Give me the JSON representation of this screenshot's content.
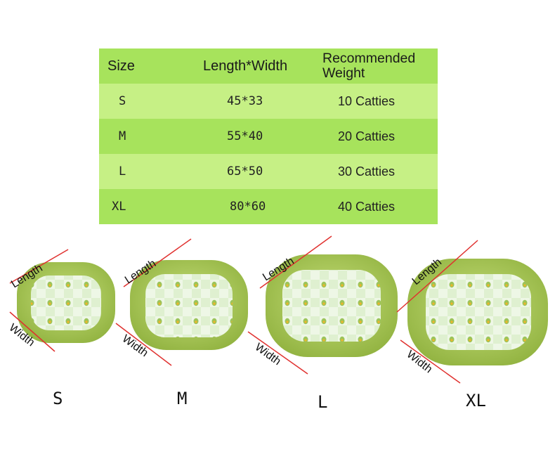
{
  "table": {
    "headers": [
      "Size",
      "Length*Width",
      "Recommended Weight"
    ],
    "rows": [
      {
        "size": "S",
        "dims": "45*33",
        "weight": "10 Catties"
      },
      {
        "size": "M",
        "dims": "55*40",
        "weight": "20 Catties"
      },
      {
        "size": "L",
        "dims": "65*50",
        "weight": "30 Catties"
      },
      {
        "size": "XL",
        "dims": "80*60",
        "weight": "40 Catties"
      }
    ]
  },
  "beds": [
    {
      "size_label": "S",
      "length_label": "Length",
      "width_label": "Width"
    },
    {
      "size_label": "M",
      "length_label": "Length",
      "width_label": "Width"
    },
    {
      "size_label": "L",
      "length_label": "Length",
      "width_label": "Width"
    },
    {
      "size_label": "XL",
      "length_label": "Length",
      "width_label": "Width"
    }
  ],
  "colors": {
    "header_green": "#a7e35c",
    "light_green": "#c6f085",
    "bed_rim": "#a6c552",
    "dimension_line": "#e0312f"
  }
}
